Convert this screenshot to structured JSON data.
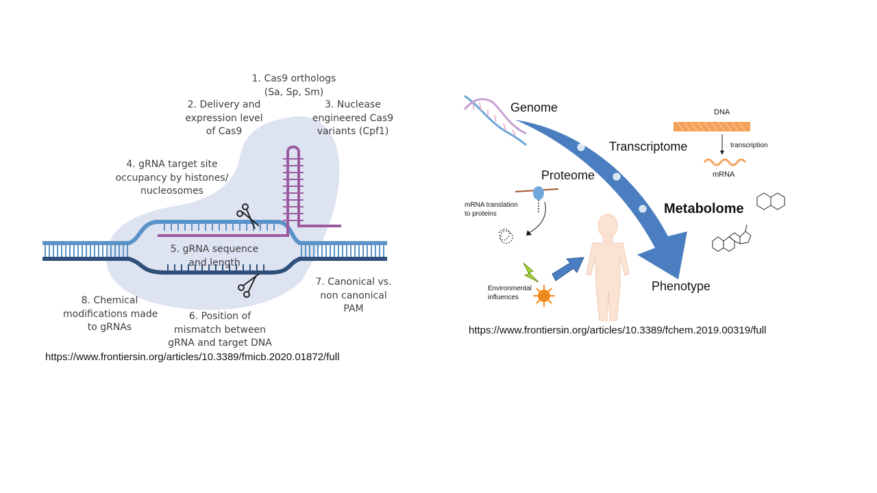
{
  "left": {
    "labels": {
      "l1": [
        "1. Cas9 orthologs",
        "(Sa, Sp, Sm)"
      ],
      "l2": [
        "2. Delivery and",
        "expression level",
        "of Cas9"
      ],
      "l3": [
        "3. Nuclease",
        "engineered Cas9",
        "variants (Cpf1)"
      ],
      "l4": [
        "4. gRNA target site",
        "occupancy by histones/",
        "nucleosomes"
      ],
      "l5": [
        "5. gRNA sequence",
        "and length"
      ],
      "l6": [
        "6. Position of",
        "mismatch between",
        "gRNA and target DNA"
      ],
      "l7": [
        "7. Canonical vs.",
        "non canonical",
        "PAM"
      ],
      "l8": [
        "8. Chemical",
        "modifications made",
        "to gRNAs"
      ]
    },
    "url": "https://www.frontiersin.org/articles/10.3389/fmicb.2020.01872/full",
    "colors": {
      "blob": "#dde3f1",
      "dna_light": "#5a93c8",
      "dna_dark": "#2f4f7a",
      "grna": "#9b5aa0"
    }
  },
  "right": {
    "labels": {
      "genome": "Genome",
      "transcriptome": "Transcriptome",
      "proteome": "Proteome",
      "metabolome": "Metabolome",
      "phenotype": "Phenotype",
      "dna": "DNA",
      "transcription": "transcription",
      "mrna": "mRNA",
      "translation": [
        "mRNA translation",
        "to proteins"
      ],
      "environment": [
        "Environmental",
        "influences"
      ]
    },
    "url": "https://www.frontiersin.org/articles/10.3389/fchem.2019.00319/full",
    "colors": {
      "arrow": "#4a7ec0",
      "body": "#fbe3d4",
      "dna_orange": "#f4a25a",
      "sun": "#f08a1e",
      "bolt": "#a8d43a"
    }
  }
}
